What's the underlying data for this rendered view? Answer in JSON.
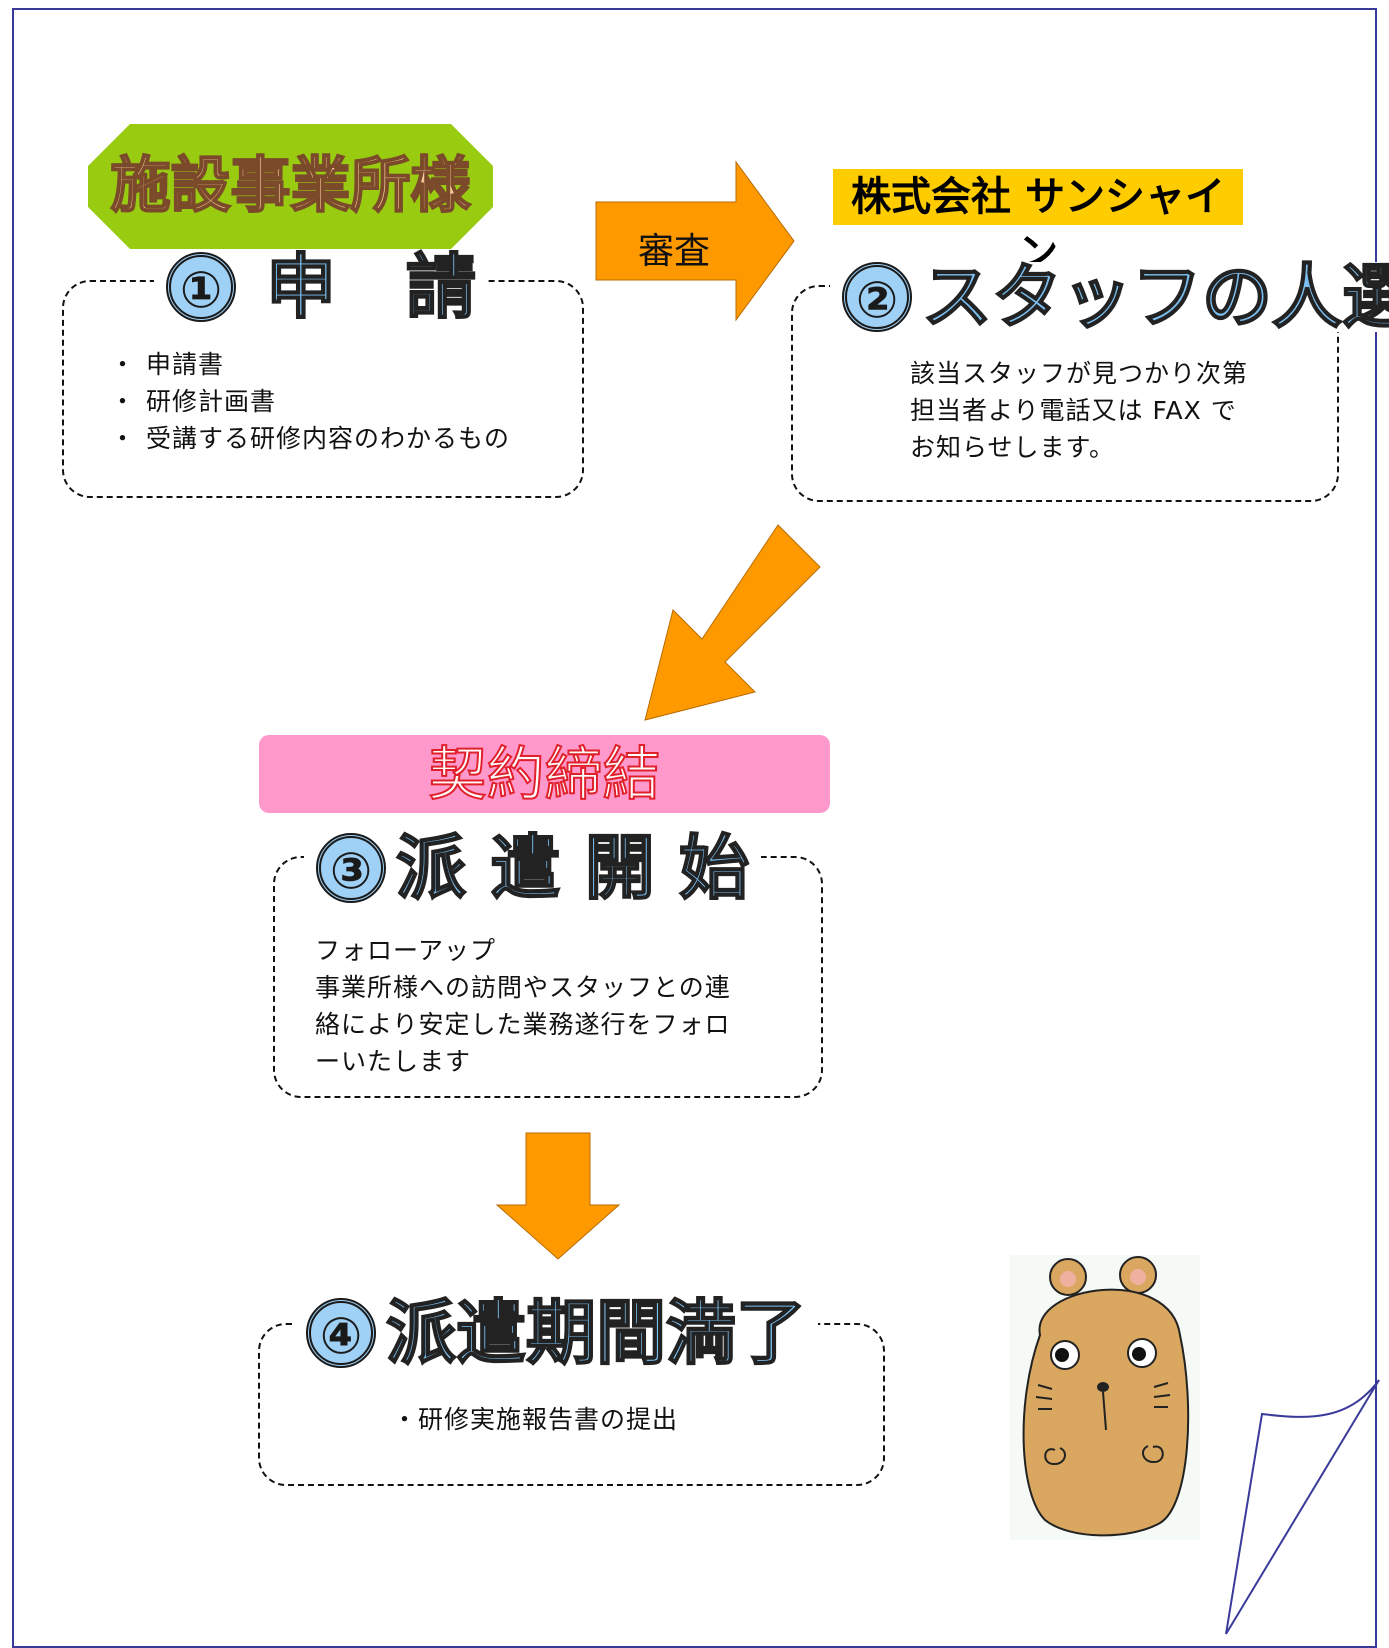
{
  "client_label": "施設事業所様",
  "company_label": "株式会社 サンシャイン",
  "review_label": "審査",
  "contract_label": "契約締結",
  "steps": [
    {
      "number": "①",
      "title": "申　請",
      "items": [
        "申請書",
        "研修計画書",
        "受講する研修内容のわかるもの"
      ]
    },
    {
      "number": "②",
      "title": "スタッフの人選",
      "lines": [
        "該当スタッフが見つかり次第",
        "担当者より電話又は FAX で",
        "お知らせします。"
      ]
    },
    {
      "number": "③",
      "title": "派 遣 開 始",
      "lines": [
        "フォローアップ",
        "事業所様への訪問やスタッフとの連",
        "絡により安定した業務遂行をフォロ",
        "ーいたします"
      ]
    },
    {
      "number": "④",
      "title": "派遣期間満了",
      "lines": [
        "・研修実施報告書の提出"
      ]
    }
  ],
  "colors": {
    "client_bg": "#99cc11",
    "company_bg": "#ffcc00",
    "contract_bg": "#ff99cc",
    "arrow": "#ff9900",
    "step_title": "#7cc0f2",
    "border": "#3a3a9a"
  }
}
